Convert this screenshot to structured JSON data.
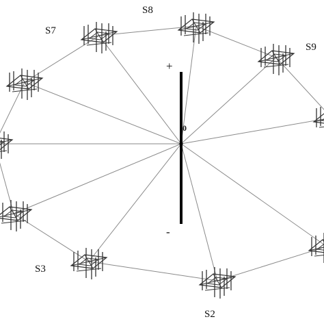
{
  "diagram": {
    "electrode": {
      "plus_sign": "+",
      "minus_sign": "-",
      "origin_label": "0"
    },
    "stations": [
      {
        "id": "S1",
        "label": ""
      },
      {
        "id": "S2",
        "label": "S2"
      },
      {
        "id": "S3",
        "label": "S3"
      },
      {
        "id": "S4",
        "label": ""
      },
      {
        "id": "S5",
        "label": ""
      },
      {
        "id": "S6",
        "label": ""
      },
      {
        "id": "S7",
        "label": "S7"
      },
      {
        "id": "S8",
        "label": "S8"
      },
      {
        "id": "S9",
        "label": "S9"
      },
      {
        "id": "S10",
        "label": ""
      }
    ],
    "colors": {
      "line": "#8a8a8a",
      "rod": "#000000",
      "structure": "#333333"
    }
  }
}
